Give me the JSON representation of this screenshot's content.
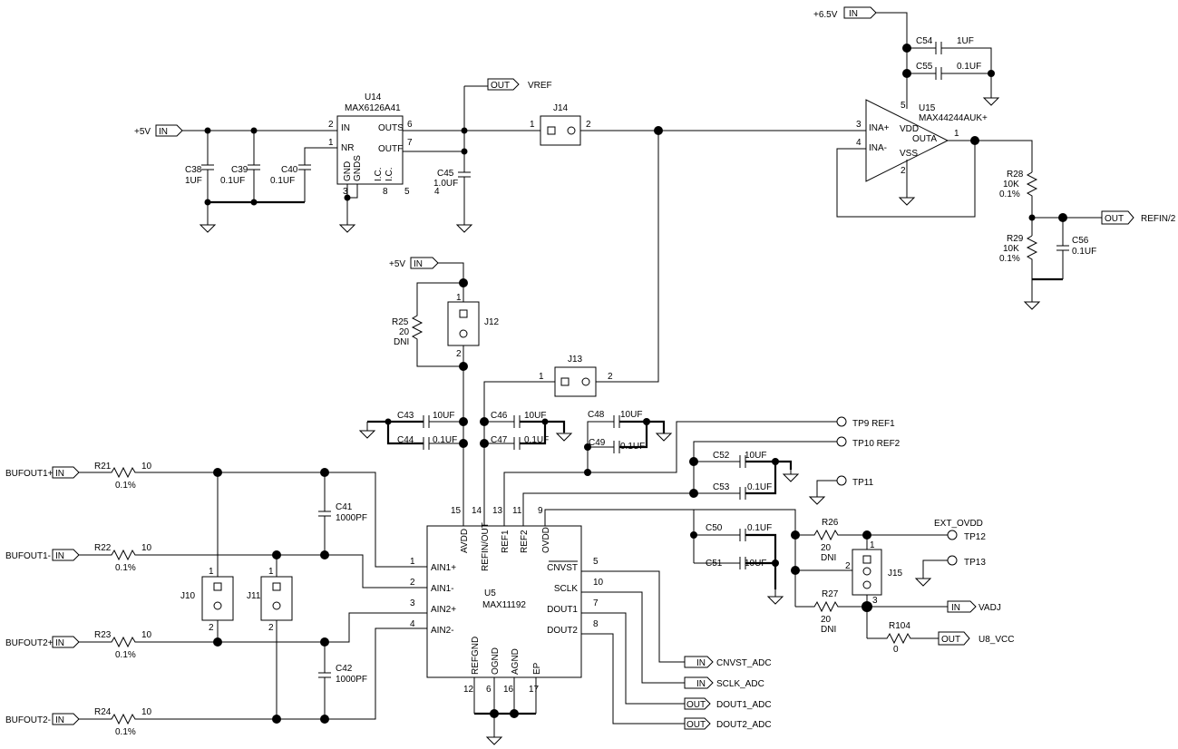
{
  "ics": {
    "u14": {
      "ref": "U14",
      "part": "MAX6126A41",
      "pins": {
        "in": "IN",
        "nr": "NR",
        "outs": "OUTS",
        "outf": "OUTF",
        "gnd": "GND",
        "gnds": "GNDS",
        "ic1": "I.C.",
        "ic2": "I.C."
      },
      "nums": {
        "in": "2",
        "nr": "1",
        "outs": "6",
        "outf": "7",
        "gnd": "3",
        "ic": "8",
        "ic2": "5"
      }
    },
    "u15": {
      "ref": "U15",
      "part": "MAX44244AUK+",
      "pins": {
        "inap": "INA+",
        "inan": "INA-",
        "vdd": "VDD",
        "outa": "OUTA",
        "vss": "VSS"
      },
      "nums": {
        "inap": "3",
        "inan": "4",
        "vdd": "5",
        "outa": "1",
        "vss": "2"
      }
    },
    "u5": {
      "ref": "U5",
      "part": "MAX11192",
      "left_pins": [
        {
          "name": "AIN1+",
          "num": "1"
        },
        {
          "name": "AIN1-",
          "num": "2"
        },
        {
          "name": "AIN2+",
          "num": "3"
        },
        {
          "name": "AIN2-",
          "num": "4"
        }
      ],
      "top_pins": [
        {
          "name": "AVDD",
          "num": "15"
        },
        {
          "name": "REFIN/OUT",
          "num": "14"
        },
        {
          "name": "REF1",
          "num": "13"
        },
        {
          "name": "REF2",
          "num": "11"
        },
        {
          "name": "OVDD",
          "num": "9"
        }
      ],
      "right_pins": [
        {
          "name": "CNVST",
          "num": "5"
        },
        {
          "name": "SCLK",
          "num": "10"
        },
        {
          "name": "DOUT1",
          "num": "7"
        },
        {
          "name": "DOUT2",
          "num": "8"
        }
      ],
      "bottom_pins": [
        {
          "name": "REFGND",
          "num": "12"
        },
        {
          "name": "OGND",
          "num": "6"
        },
        {
          "name": "AGND",
          "num": "16"
        },
        {
          "name": "EP",
          "num": "17"
        }
      ]
    }
  },
  "jumpers": {
    "j14": {
      "ref": "J14",
      "p1": "1",
      "p2": "2"
    },
    "j12": {
      "ref": "J12",
      "p1": "1",
      "p2": "2"
    },
    "j13": {
      "ref": "J13",
      "p1": "1",
      "p2": "2"
    },
    "j10": {
      "ref": "J10",
      "p1": "1",
      "p2": "2"
    },
    "j11": {
      "ref": "J11",
      "p1": "1",
      "p2": "2"
    },
    "j15": {
      "ref": "J15",
      "p1": "1",
      "p2": "2",
      "p3": "3"
    }
  },
  "caps": {
    "c38": {
      "ref": "C38",
      "val": "1UF"
    },
    "c39": {
      "ref": "C39",
      "val": "0.1UF"
    },
    "c40": {
      "ref": "C40",
      "val": "0.1UF"
    },
    "c45": {
      "ref": "C45",
      "val": "1.0UF",
      "pin": "4"
    },
    "c54": {
      "ref": "C54",
      "val": "1UF"
    },
    "c55": {
      "ref": "C55",
      "val": "0.1UF"
    },
    "c56": {
      "ref": "C56",
      "val": "0.1UF"
    },
    "c43": {
      "ref": "C43",
      "val": "10UF"
    },
    "c44": {
      "ref": "C44",
      "val": "0.1UF"
    },
    "c46": {
      "ref": "C46",
      "val": "10UF"
    },
    "c47": {
      "ref": "C47",
      "val": "0.1UF"
    },
    "c48": {
      "ref": "C48",
      "val": "10UF"
    },
    "c49": {
      "ref": "C49",
      "val": "0.1UF"
    },
    "c52": {
      "ref": "C52",
      "val": "10UF"
    },
    "c53": {
      "ref": "C53",
      "val": "0.1UF"
    },
    "c50": {
      "ref": "C50",
      "val": "0.1UF"
    },
    "c51": {
      "ref": "C51",
      "val": "10UF"
    },
    "c41": {
      "ref": "C41",
      "val": "1000PF"
    },
    "c42": {
      "ref": "C42",
      "val": "1000PF"
    }
  },
  "resistors": {
    "r28": {
      "ref": "R28",
      "val": "10K",
      "tol": "0.1%"
    },
    "r29": {
      "ref": "R29",
      "val": "10K",
      "tol": "0.1%"
    },
    "r25": {
      "ref": "R25",
      "val": "20",
      "note": "DNI"
    },
    "r21": {
      "ref": "R21",
      "val": "10",
      "tol": "0.1%"
    },
    "r22": {
      "ref": "R22",
      "val": "10",
      "tol": "0.1%"
    },
    "r23": {
      "ref": "R23",
      "val": "10",
      "tol": "0.1%"
    },
    "r24": {
      "ref": "R24",
      "val": "10",
      "tol": "0.1%"
    },
    "r26": {
      "ref": "R26",
      "val": "20",
      "note": "DNI"
    },
    "r27": {
      "ref": "R27",
      "val": "20",
      "note": "DNI"
    },
    "r104": {
      "ref": "R104",
      "val": "0"
    }
  },
  "ports": {
    "p5v_a": {
      "tag": "IN",
      "label": "+5V"
    },
    "p65v": {
      "tag": "IN",
      "label": "+6.5V"
    },
    "vref": {
      "tag": "OUT",
      "label": "VREF"
    },
    "refin2": {
      "tag": "OUT",
      "label": "REFIN/2"
    },
    "p5v_b": {
      "tag": "IN",
      "label": "+5V"
    },
    "buf1p": {
      "tag": "IN",
      "label": "BUFOUT1+"
    },
    "buf1n": {
      "tag": "IN",
      "label": "BUFOUT1-"
    },
    "buf2p": {
      "tag": "IN",
      "label": "BUFOUT2+"
    },
    "buf2n": {
      "tag": "IN",
      "label": "BUFOUT2-"
    },
    "vadj": {
      "tag": "IN",
      "label": "VADJ"
    },
    "u8vcc": {
      "tag": "OUT",
      "label": "U8_VCC"
    },
    "cnvst": {
      "tag": "IN",
      "label": "CNVST_ADC"
    },
    "sclk": {
      "tag": "IN",
      "label": "SCLK_ADC"
    },
    "dout1": {
      "tag": "OUT",
      "label": "DOUT1_ADC"
    },
    "dout2": {
      "tag": "OUT",
      "label": "DOUT2_ADC"
    }
  },
  "testpoints": {
    "tp9": "TP9 REF1",
    "tp10": "TP10 REF2",
    "tp11": "TP11",
    "tp12": "TP12",
    "tp13": "TP13"
  },
  "nets": {
    "ext_ovdd": "EXT_OVDD"
  }
}
